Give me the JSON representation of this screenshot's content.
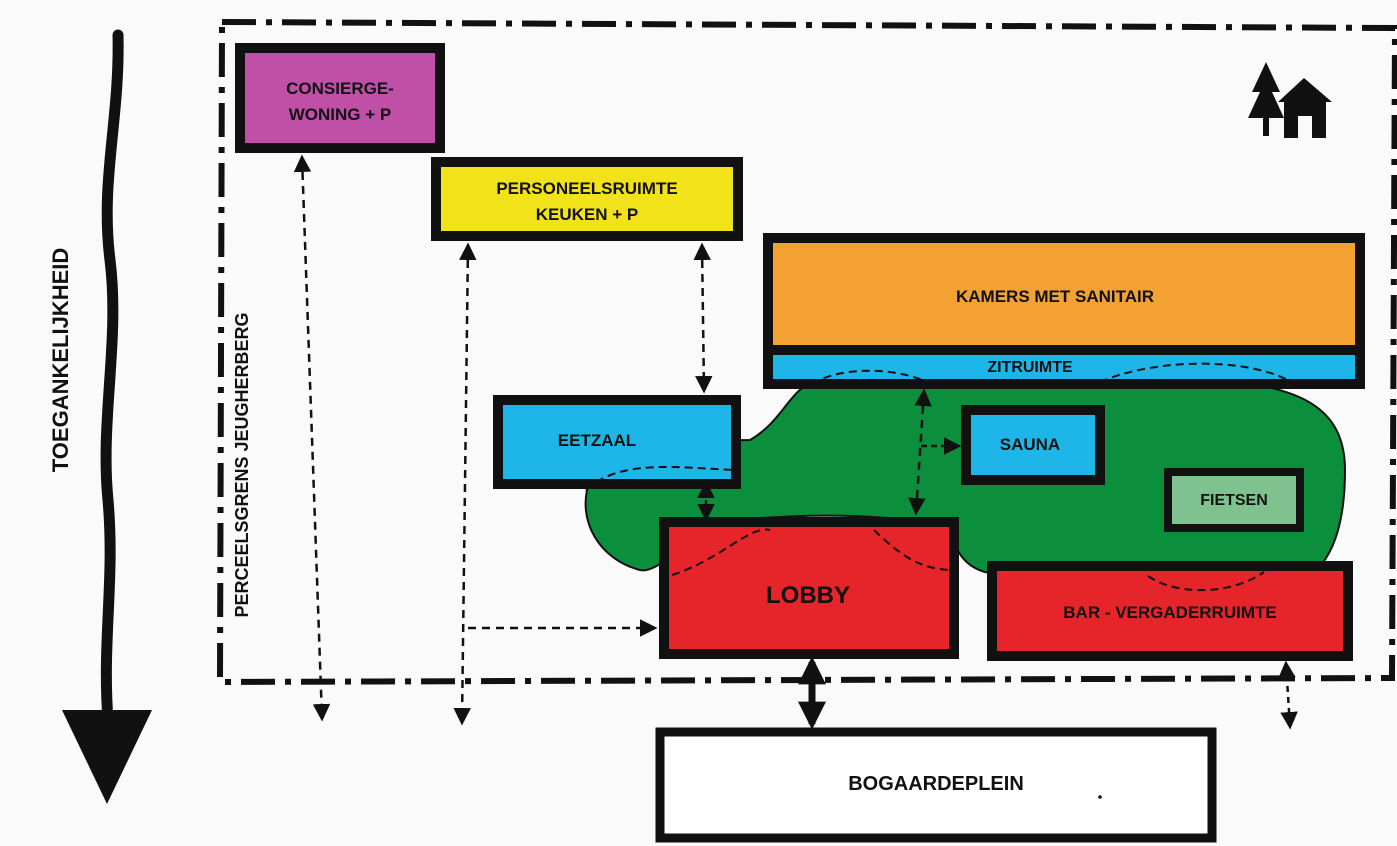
{
  "labels": {
    "accessibility": "TOEGANKELIJKHEID",
    "boundary": "PERCEELSGRENS JEUGHERBERG"
  },
  "rooms": {
    "concierge_line1": "CONSIERGE-",
    "concierge_line2": "WONING + P",
    "staff_line1": "PERSONEELSRUIMTE",
    "staff_line2": "KEUKEN + P",
    "rooms": "KAMERS MET SANITAIR",
    "sitting": "ZITRUIMTE",
    "dining": "EETZAAL",
    "sauna": "SAUNA",
    "bikes": "FIETSEN",
    "lobby": "LOBBY",
    "bar": "BAR - VERGADERRUIMTE",
    "square": "BOGAARDEPLEIN"
  },
  "icons": {
    "corner": "tree-house-icon",
    "direction": "down-arrow-icon"
  },
  "colors": {
    "concierge": "#c04fa8",
    "staff": "#f2e21a",
    "rooms": "#f2a132",
    "sitting": "#1eb6e8",
    "dining": "#1eb6e8",
    "sauna": "#1eb6e8",
    "garden": "#0c8f3c",
    "bikes": "#7fc28f",
    "lobby": "#e5252a",
    "bar": "#e5252a",
    "square": "#ffffff"
  }
}
